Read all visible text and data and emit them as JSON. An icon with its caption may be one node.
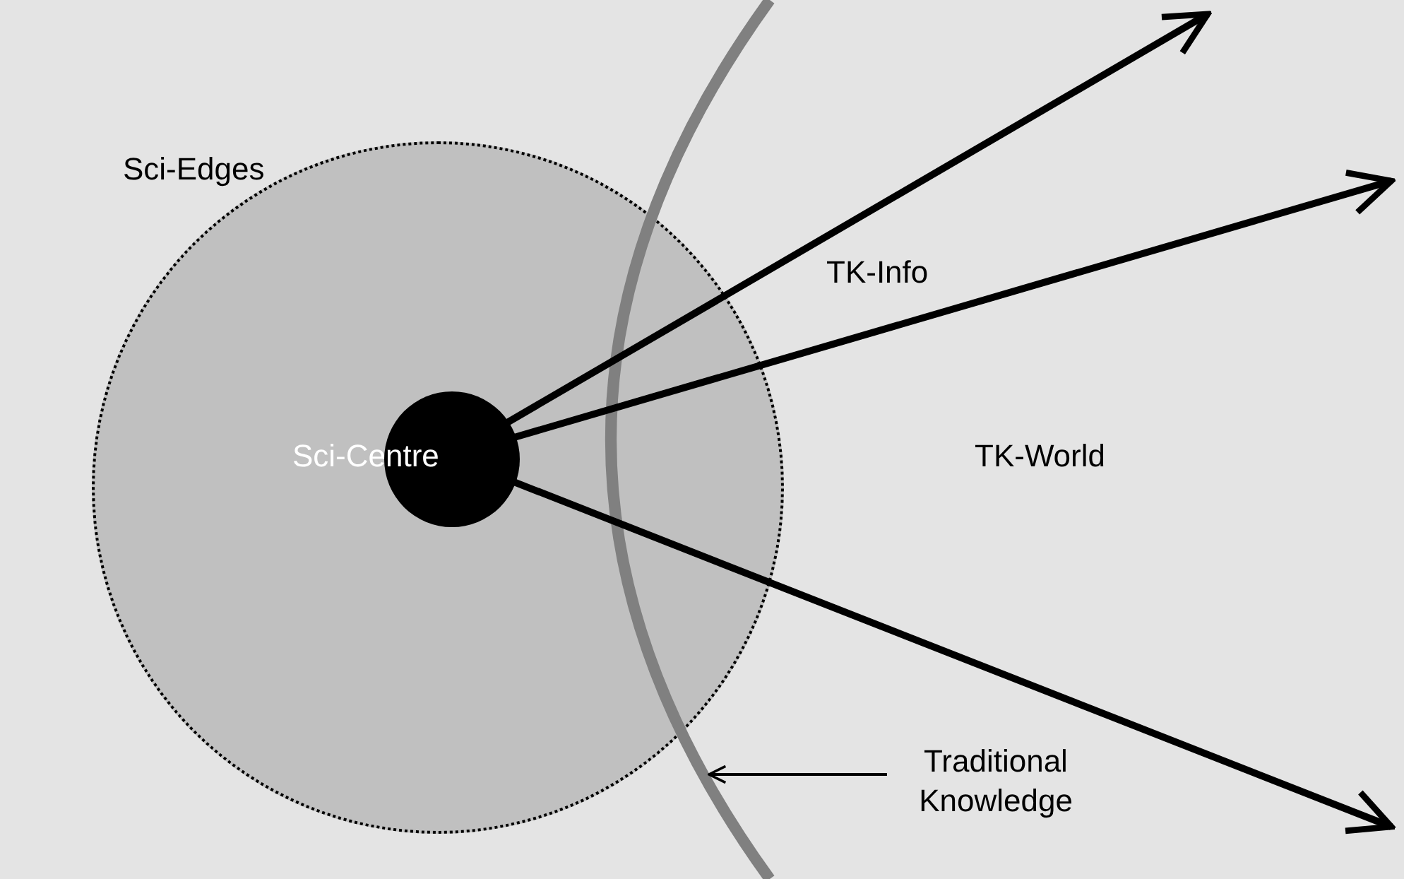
{
  "diagram": {
    "nodes": [
      {
        "text": [
          "Sci-Edges"
        ]
      },
      {
        "text": [
          "Sci-Centre"
        ],
        "in": 0
      },
      {
        "text": [],
        "shape": "line"
      },
      {
        "text": [
          "Traditional Knowledge"
        ]
      }
    ],
    "edges": [
      {
        "from": 1,
        "to": null,
        "arrow": "to"
      },
      {
        "from": 1,
        "to": null,
        "arrow": "to"
      },
      {
        "from": 1,
        "to": null,
        "arrow": "to"
      },
      {
        "from": 3,
        "to": 2,
        "arrow": "to"
      }
    ],
    "labels": [
      "TK-Info",
      "TK-World"
    ]
  }
}
